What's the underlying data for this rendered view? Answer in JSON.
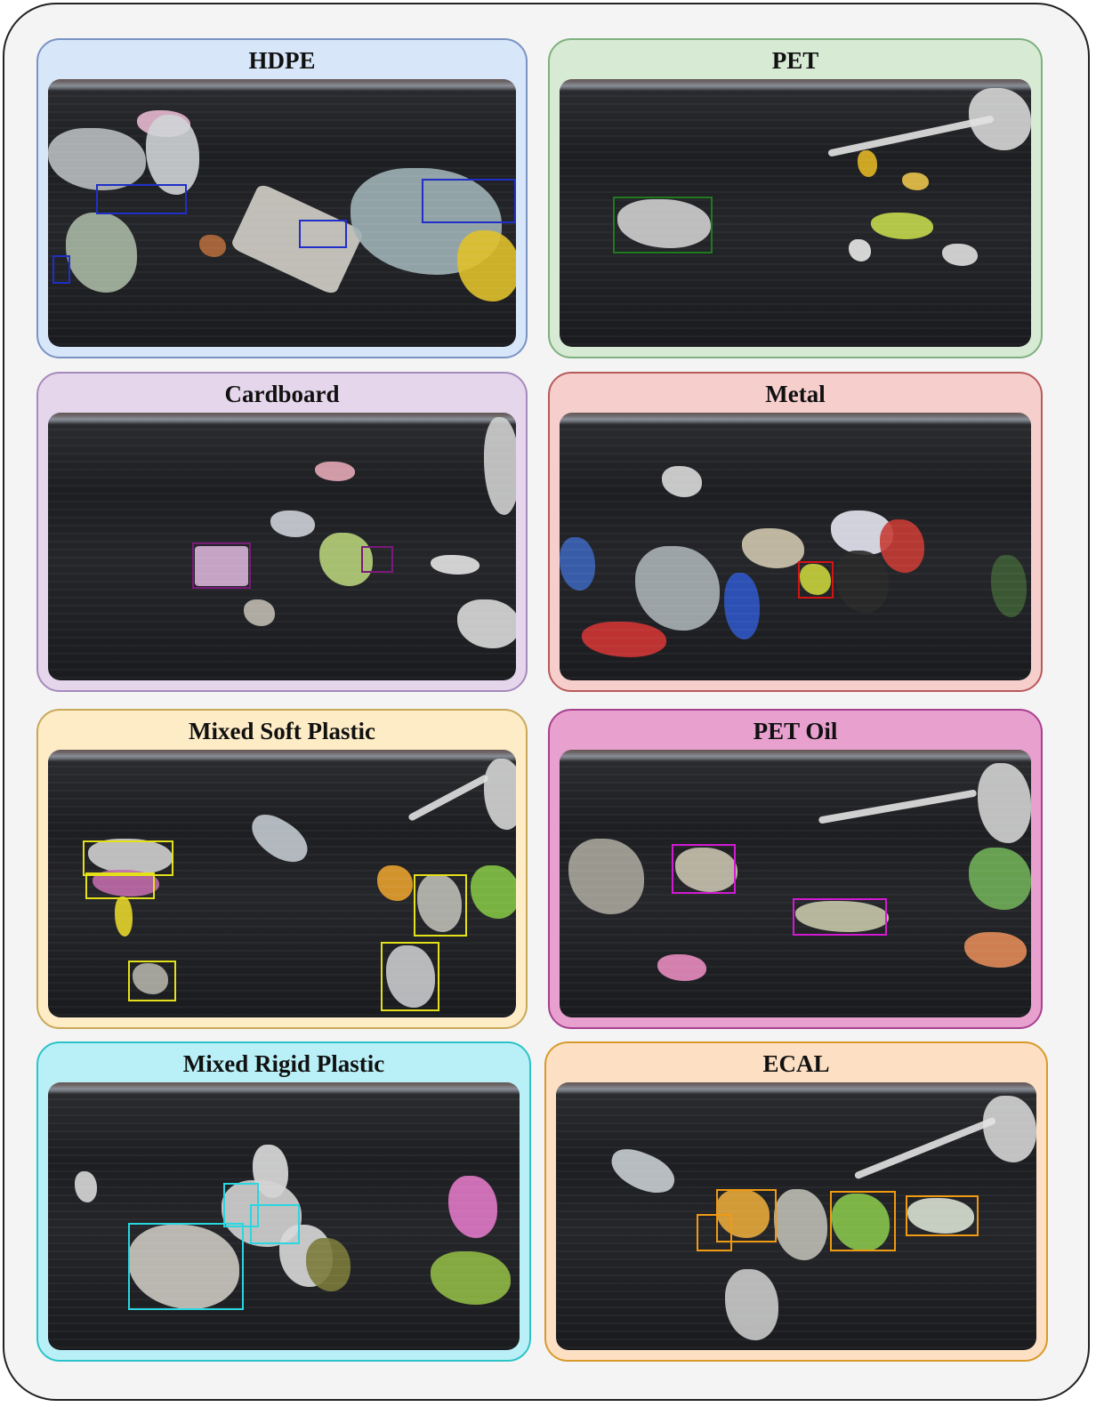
{
  "panels": [
    {
      "id": "hdpe",
      "title": "HDPE",
      "border": "#7a93c4",
      "bg": "#d7e6f8",
      "box_color": "#1f2fc8"
    },
    {
      "id": "pet",
      "title": "PET",
      "border": "#7fb07f",
      "bg": "#d6ead4",
      "box_color": "#1f7a1f"
    },
    {
      "id": "cardboard",
      "title": "Cardboard",
      "border": "#a58bbd",
      "bg": "#e5d6ec",
      "box_color": "#7a1a7a"
    },
    {
      "id": "metal",
      "title": "Metal",
      "border": "#b85a5a",
      "bg": "#f6cfcd",
      "box_color": "#d41414"
    },
    {
      "id": "mixed-soft-plastic",
      "title": "Mixed Soft Plastic",
      "border": "#c9a85a",
      "bg": "#fdecc6",
      "box_color": "#e4e01a"
    },
    {
      "id": "pet-oil",
      "title": "PET Oil",
      "border": "#a8408f",
      "bg": "#e8a0cf",
      "box_color": "#d21ad2"
    },
    {
      "id": "mixed-rigid-plastic",
      "title": "Mixed Rigid Plastic",
      "border": "#2cc3c8",
      "bg": "#b9f0f7",
      "box_color": "#2ad6e0"
    },
    {
      "id": "ecal",
      "title": "ECAL",
      "border": "#d99a2a",
      "bg": "#fde0c4",
      "box_color": "#f09a12"
    }
  ]
}
